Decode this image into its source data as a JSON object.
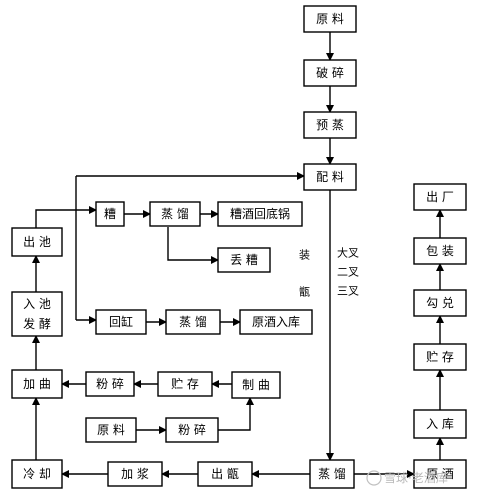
{
  "diagram": {
    "nodes": {
      "yuanliao": "原 料",
      "posui": "破 碎",
      "yuzheng": "预 蒸",
      "peiliao": "配 料",
      "zao": "糟",
      "zhengliu_top": "蒸 馏",
      "zaojiu": "糟酒回底锅",
      "diuzao": "丢 糟",
      "chuchi": "出 池",
      "ruchi_line1": "入 池",
      "ruchi_line2": "发 酵",
      "huigang": "回缸",
      "zhengliu_mid": "蒸 馏",
      "yuanjiu_ruku": "原酒入库",
      "jiaqu": "加 曲",
      "fensui_qu": "粉 碎",
      "zhucun_qu": "贮 存",
      "zhiqu": "制 曲",
      "yuanliao2": "原 料",
      "fensui2": "粉 碎",
      "lengque": "冷 却",
      "jiajiang": "加 浆",
      "chuzeng": "出 甑",
      "zhengliu_bottom": "蒸 馏",
      "yuanjiu": "原 酒",
      "ruku": "入 库",
      "zhucun_jiu": "贮 存",
      "goudui": "勾 兑",
      "baozhuang": "包 装",
      "chuchang": "出 厂"
    },
    "side_labels": {
      "zhuang": "装",
      "zeng": "甑",
      "cha1": "大叉",
      "cha2": "二叉",
      "cha3": "三叉"
    },
    "watermark": "雪球·老酒库"
  }
}
